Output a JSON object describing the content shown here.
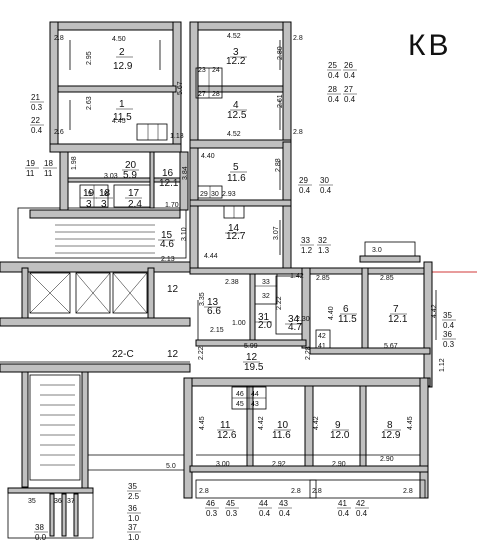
{
  "label_kv": "КВ",
  "corridor": {
    "label": "22-С",
    "level_a": "12",
    "level_b": "12"
  },
  "rooms": [
    {
      "id": "r2",
      "num": "2",
      "area": "12.9",
      "w": "4.50",
      "h": "2.95"
    },
    {
      "id": "r1",
      "num": "1",
      "area": "11.5",
      "w": "4.45",
      "h": "2.63"
    },
    {
      "id": "r3",
      "num": "3",
      "area": "12.2",
      "w": "4.52",
      "h": "2.80"
    },
    {
      "id": "r4",
      "num": "4",
      "area": "12.5",
      "w": "4.52",
      "h": "2.61"
    },
    {
      "id": "r5",
      "num": "5",
      "area": "11.6",
      "w": "4.40",
      "h": "2.88"
    },
    {
      "id": "r20",
      "num": "20",
      "area": "5.9",
      "w": "3.03",
      "h": "1.98"
    },
    {
      "id": "r16",
      "num": "16",
      "area": "12.1",
      "w": "1.70",
      "h": "3.84"
    },
    {
      "id": "r17",
      "num": "17",
      "area": "2.4"
    },
    {
      "id": "r19s",
      "num": "19",
      "area": "3"
    },
    {
      "id": "r18s",
      "num": "18",
      "area": "3"
    },
    {
      "id": "r14",
      "num": "14",
      "area": "12.7",
      "w": "4.44",
      "h": "3.07"
    },
    {
      "id": "r15",
      "num": "15",
      "area": "4.6",
      "w": "2.13",
      "h": "3.10"
    },
    {
      "id": "r13",
      "num": "13",
      "area": "6.6",
      "w": "2.38",
      "h": "3.35"
    },
    {
      "id": "r31",
      "num": "31",
      "area": "2.0",
      "w": "1.00"
    },
    {
      "id": "r34",
      "num": "34",
      "area": "4.7",
      "w": "2.30",
      "h": "2.22"
    },
    {
      "id": "r6",
      "num": "6",
      "area": "11.5",
      "w": "2.85",
      "h": "4.40"
    },
    {
      "id": "r7",
      "num": "7",
      "area": "12.1",
      "w": "2.85",
      "h": "4.42"
    },
    {
      "id": "r12",
      "num": "12",
      "area": "19.5",
      "w": "5.99",
      "h": "2.22"
    },
    {
      "id": "r11",
      "num": "11",
      "area": "12.6",
      "w": "3.00",
      "h": "4.45"
    },
    {
      "id": "r10",
      "num": "10",
      "area": "11.6",
      "w": "2.92",
      "h": "4.42"
    },
    {
      "id": "r9",
      "num": "9",
      "area": "12.0",
      "w": "2.90",
      "h": "4.42"
    },
    {
      "id": "r8",
      "num": "8",
      "area": "12.9",
      "w": "2.90",
      "h": "4.45"
    }
  ],
  "balconies": [
    {
      "id": "b25",
      "num": "25",
      "area": "0.4"
    },
    {
      "id": "b26",
      "num": "26",
      "area": "0.4"
    },
    {
      "id": "b28",
      "num": "28",
      "area": "0.4"
    },
    {
      "id": "b27",
      "num": "27",
      "area": "0.4"
    },
    {
      "id": "b21",
      "num": "21",
      "area": "0.3"
    },
    {
      "id": "b22",
      "num": "22",
      "area": "0.4"
    },
    {
      "id": "b19",
      "num": "19",
      "area": "11"
    },
    {
      "id": "b18",
      "num": "18",
      "area": "11"
    },
    {
      "id": "b29",
      "num": "29",
      "area": "0.4"
    },
    {
      "id": "b30",
      "num": "30",
      "area": "0.4"
    },
    {
      "id": "b33",
      "num": "33",
      "area": "1.2"
    },
    {
      "id": "b32",
      "num": "32",
      "area": "1.3"
    },
    {
      "id": "b35r",
      "num": "35",
      "area": "0.4"
    },
    {
      "id": "b36r",
      "num": "36",
      "area": "0.3"
    },
    {
      "id": "b46",
      "num": "46",
      "area": "0.3"
    },
    {
      "id": "b45",
      "num": "45",
      "area": "0.3"
    },
    {
      "id": "b44",
      "num": "44",
      "area": "0.4"
    },
    {
      "id": "b43",
      "num": "43",
      "area": "0.4"
    },
    {
      "id": "b41",
      "num": "41",
      "area": "0.4"
    },
    {
      "id": "b42",
      "num": "42",
      "area": "0.4"
    },
    {
      "id": "b35b",
      "num": "35",
      "area": "2.5"
    },
    {
      "id": "b36b",
      "num": "36",
      "area": "1.0"
    },
    {
      "id": "b37b",
      "num": "37",
      "area": "1.0"
    },
    {
      "id": "b38b",
      "num": "38",
      "area": "0.0"
    }
  ],
  "small_labels": {
    "l23": "23",
    "l24": "24",
    "l27": "27",
    "l28": "28",
    "l29": "29",
    "l30": "30",
    "l32": "32",
    "l33": "33",
    "l46": "46",
    "l45": "45",
    "l44": "44",
    "l43": "43",
    "l42": "42",
    "l41": "41",
    "l35a": "35",
    "l36a": "36",
    "l37a": "37",
    "l18": "18",
    "l19": "19",
    "l_30": "3.0"
  },
  "dims": {
    "d_28a": "2.8",
    "d_26a": "2.6",
    "d_28b": "2.8",
    "d_28c": "2.8",
    "d_113": "1.13",
    "d_567a": "5.67",
    "d_293": "2.93",
    "d_142": "1.42",
    "d_215": "2.15",
    "d_228": "2.28",
    "d_567b": "5.67",
    "d_112": "1.12",
    "d_50": "5.0",
    "d_28d": "2.8",
    "d_28e": "2.8",
    "d_28f": "2.8",
    "d_28g": "2.8",
    "d_30": "3.0"
  }
}
